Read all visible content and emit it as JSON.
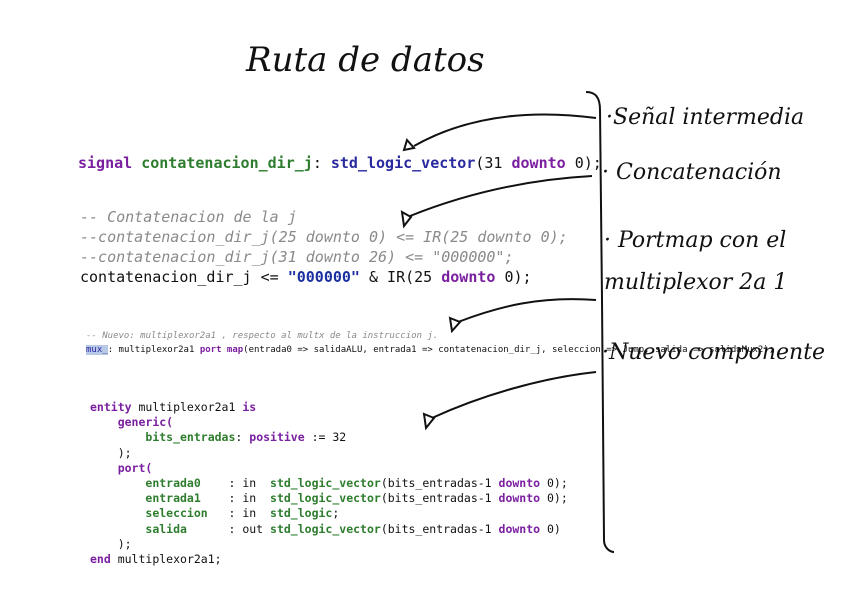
{
  "title": "Ruta de datos",
  "annotations": [
    {
      "id": "senal",
      "text": "·Señal intermedia"
    },
    {
      "id": "concat",
      "text": "· Concatenación"
    },
    {
      "id": "portmap1",
      "text": "· Portmap con el"
    },
    {
      "id": "portmap2",
      "text": "multiplexor 2a 1"
    },
    {
      "id": "nuevo",
      "text": "·Nuevo componente"
    }
  ],
  "code_signal": {
    "kw_signal": "signal",
    "name": "contatenacion_dir_j",
    "colon": ": ",
    "type": "std_logic_vector",
    "open": "(31 ",
    "downto": "downto",
    "close": " 0);"
  },
  "code_concat": {
    "comment1": "-- Contatenacion de la j",
    "comment2": "--contatenacion_dir_j(25 downto 0) <= IR(25 downto 0);",
    "comment3": "--contatenacion_dir_j(31 downto 26) <= \"000000\";",
    "assign_lhs": "contatenacion_dir_j <= ",
    "assign_str": "\"000000\"",
    "assign_mid": " & IR(25 ",
    "assign_downto": "downto",
    "assign_end": " 0);"
  },
  "code_portmap": {
    "comment": "-- Nuevo: multiplexor2a1 , respecto al multx de la instruccion j.",
    "label": "mux_",
    "rest_a": ": multiplexor2a1 ",
    "port_map": "port map",
    "rest_b": "(entrada0 => salidaALU, entrada1 => contatenacion_dir_j, seleccion => Jump, salida => salidaMux2);"
  },
  "code_entity": {
    "l1_kw": "entity",
    "l1_name": " multiplexor2a1 ",
    "l1_is": "is",
    "l2": "generic(",
    "l3_name": "bits_entradas",
    "l3_colon": ": ",
    "l3_type": "positive",
    "l3_rest": " := 32",
    "l4": ");",
    "l5": "port(",
    "p0_name": "entrada0",
    "p0_dir": ": in  ",
    "p1_name": "entrada1",
    "p1_dir": ": in  ",
    "p2_name": "seleccion",
    "p2_dir": ": in  ",
    "p3_name": "salida",
    "p3_dir": ": out ",
    "vec_type": "std_logic_vector",
    "vec_open": "(bits_entradas-1 ",
    "vec_downto": "downto",
    "vec_close_semi": " 0);",
    "vec_close": " 0)",
    "logic_type": "std_logic",
    "semi": ";",
    "l10": ");",
    "l11_kw": "end",
    "l11_name": " multiplexor2a1;"
  }
}
